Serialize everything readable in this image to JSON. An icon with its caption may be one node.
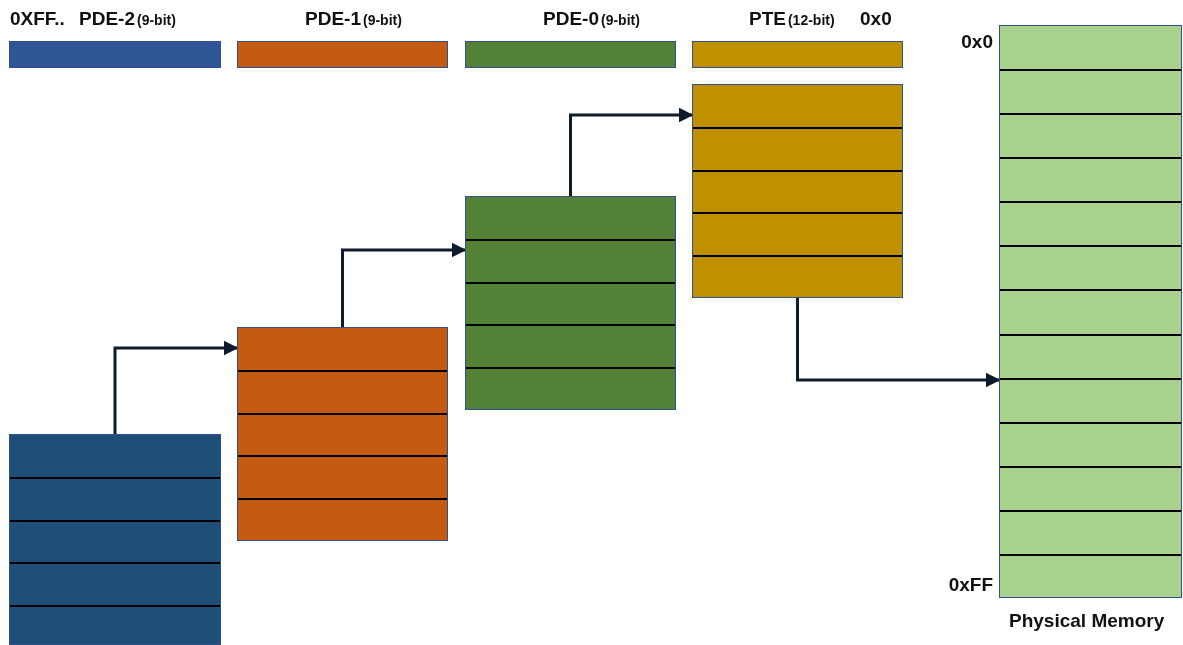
{
  "diagram": {
    "nodes": [
      {
        "text": [
          "PDE-2",
          "(9-bit)"
        ]
      },
      {
        "text": [
          "PDE-1",
          "(9-bit)"
        ]
      },
      {
        "text": [
          "PDE-0",
          "(9-bit)"
        ]
      },
      {
        "text": [
          "PTE",
          "(12-bit)"
        ]
      },
      {
        "text": [],
        "shape": "box"
      },
      {
        "text": [],
        "shape": "box"
      },
      {
        "text": [],
        "shape": "box"
      },
      {
        "text": [],
        "shape": "box"
      },
      {
        "text": [
          "Physical Memory"
        ],
        "beside": [
          "0x0",
          "0xFF"
        ]
      }
    ],
    "edges": [
      {
        "from": 4,
        "to": 5,
        "arrow": "to"
      },
      {
        "from": 5,
        "to": 6,
        "arrow": "to"
      },
      {
        "from": 6,
        "to": 7,
        "arrow": "to"
      },
      {
        "from": 7,
        "to": 8,
        "arrow": "to"
      }
    ],
    "labels": [
      "0XFF..",
      "0x0"
    ]
  }
}
